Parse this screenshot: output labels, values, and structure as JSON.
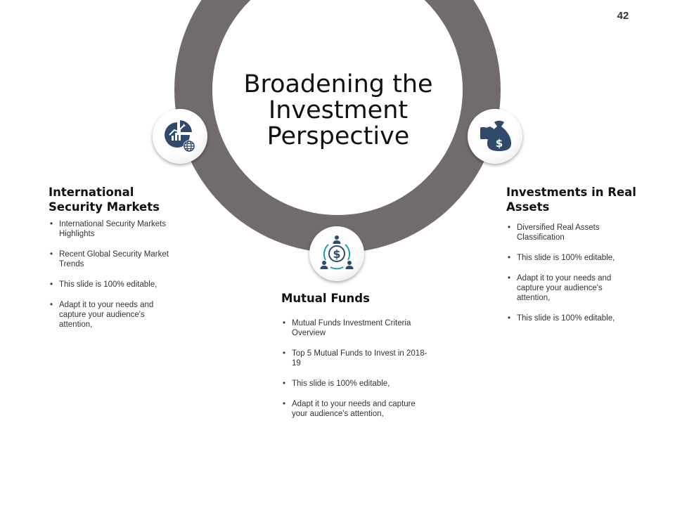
{
  "slide": {
    "title_lines": [
      "Broadening the",
      "Investment",
      "Perspective"
    ],
    "page_number": "42"
  },
  "colors": {
    "ring": "#716b6b",
    "icon_navy": "#2f4a6b",
    "icon_teal": "#1aa2a8"
  },
  "sections": {
    "international": {
      "icon": "pie-chart-globe-icon",
      "heading_lines": [
        "International",
        "Security Markets"
      ],
      "bullets": [
        "International Security Markets Highlights",
        "Recent Global Security Market Trends",
        "This slide is 100% editable,",
        "Adapt it to your needs and capture your audience's attention,"
      ]
    },
    "mutual": {
      "icon": "dollar-people-cycle-icon",
      "heading_lines": [
        "Mutual Funds"
      ],
      "bullets": [
        "Mutual Funds Investment Criteria Overview",
        "Top 5 Mutual Funds to Invest in 2018-19",
        "This slide is 100% editable,",
        "Adapt it to your needs and capture your audience's attention,"
      ]
    },
    "real_assets": {
      "icon": "money-bag-hand-icon",
      "heading_lines": [
        "Investments in Real",
        "Assets"
      ],
      "bullets": [
        "Diversified Real Assets Classification",
        "This slide is 100% editable,",
        "Adapt it to your needs and capture your audience's attention,",
        "This slide is 100% editable,"
      ]
    }
  }
}
